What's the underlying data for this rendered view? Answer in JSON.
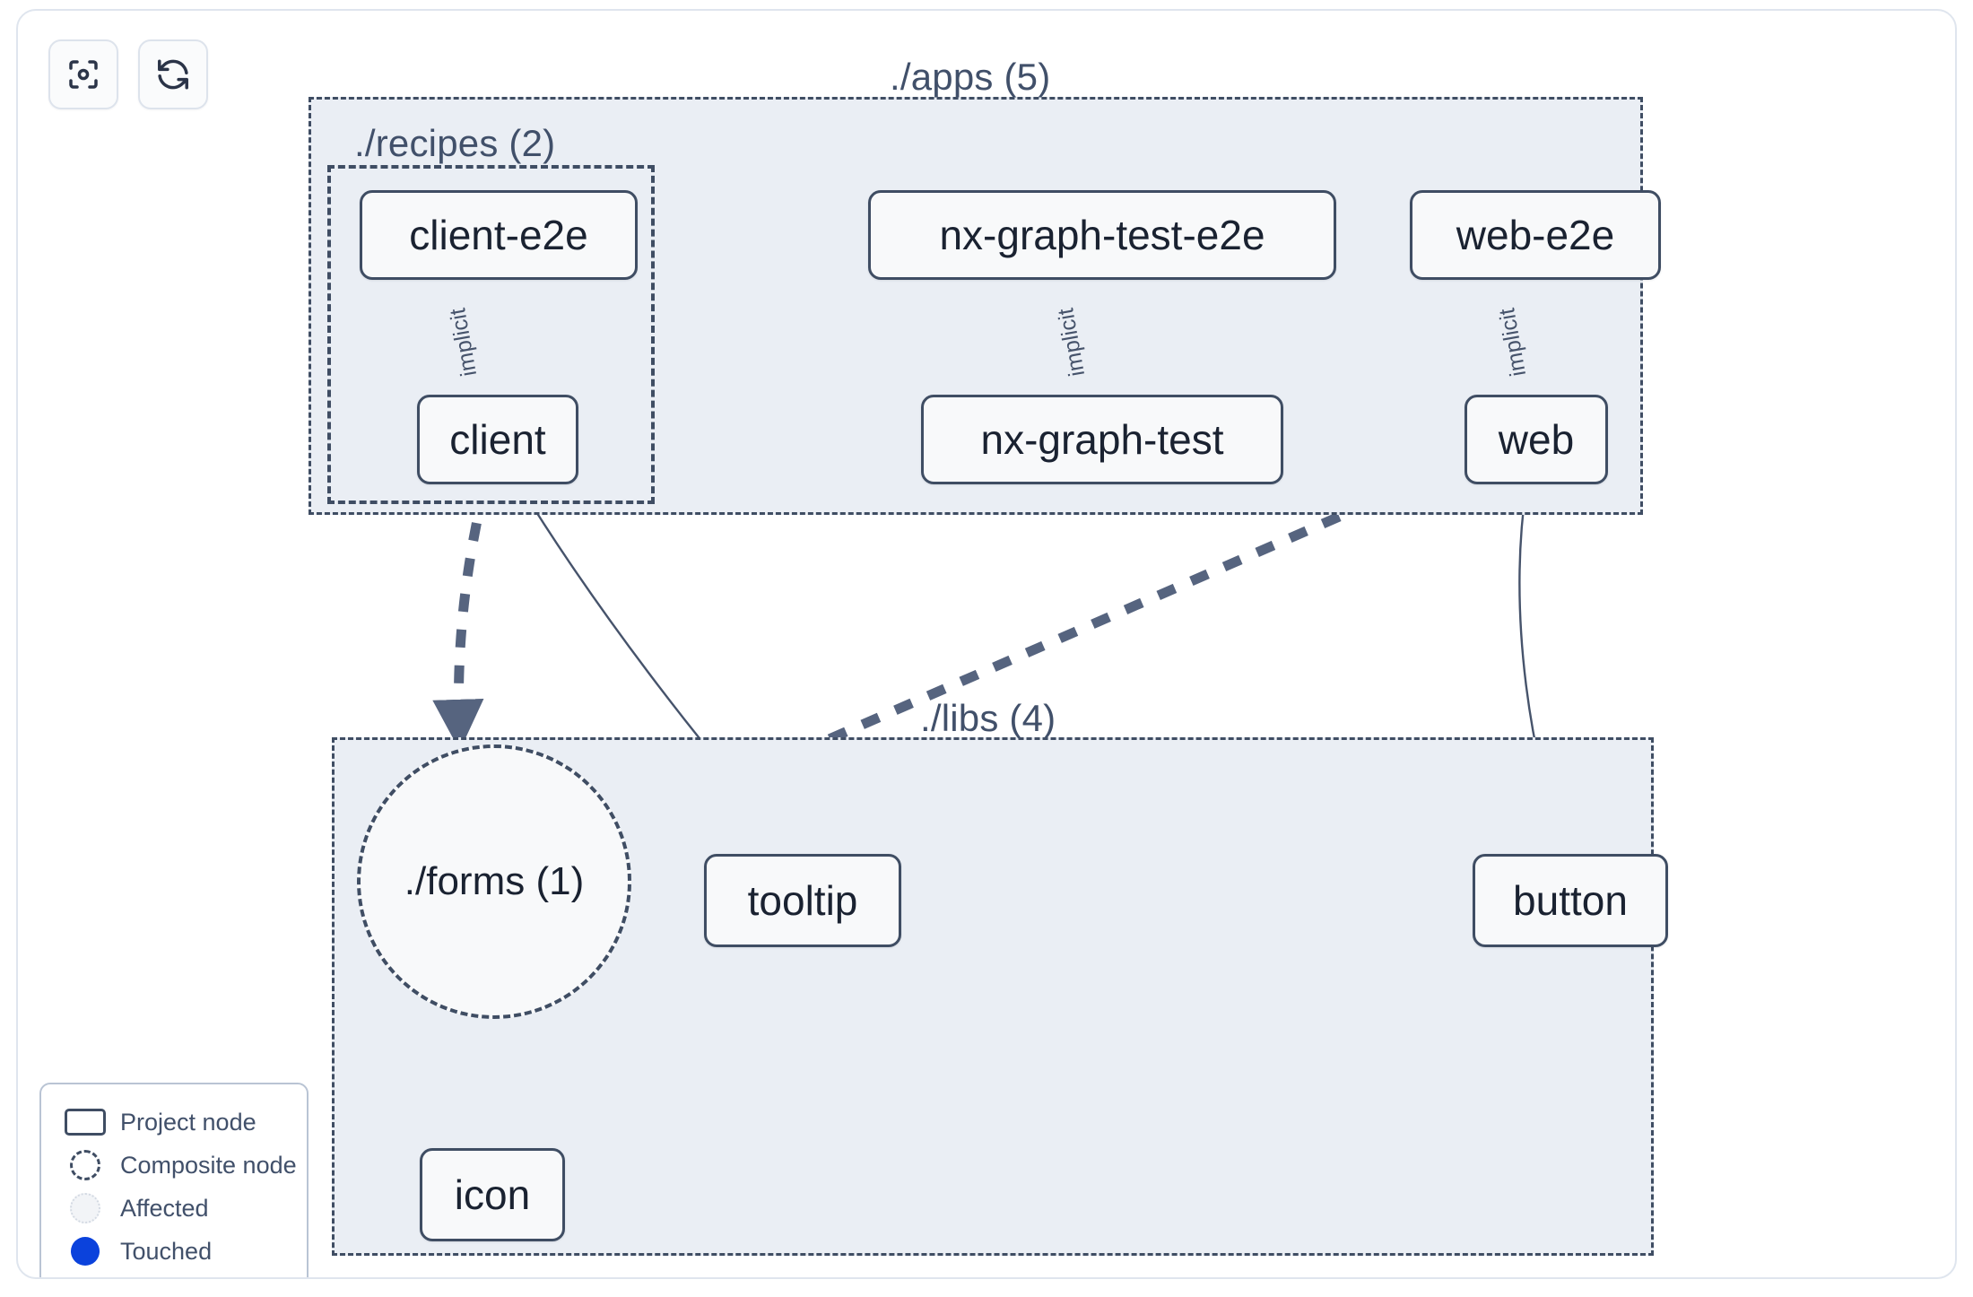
{
  "toolbar": {
    "buttons": [
      {
        "name": "focus-graph-button",
        "icon": "viewfinder-icon",
        "title": "Focus"
      },
      {
        "name": "refresh-graph-button",
        "icon": "refresh-icon",
        "title": "Refresh"
      }
    ]
  },
  "graph": {
    "groups": [
      {
        "id": "apps",
        "label": "./apps (5)",
        "count": 5
      },
      {
        "id": "recipes",
        "label": "./recipes (2)",
        "count": 2
      },
      {
        "id": "libs",
        "label": "./libs (4)",
        "count": 4
      }
    ],
    "nodes": [
      {
        "id": "client-e2e",
        "label": "client-e2e",
        "type": "project",
        "group": "recipes"
      },
      {
        "id": "client",
        "label": "client",
        "type": "project",
        "group": "recipes"
      },
      {
        "id": "nx-graph-test-e2e",
        "label": "nx-graph-test-e2e",
        "type": "project",
        "group": "apps"
      },
      {
        "id": "nx-graph-test",
        "label": "nx-graph-test",
        "type": "project",
        "group": "apps"
      },
      {
        "id": "web-e2e",
        "label": "web-e2e",
        "type": "project",
        "group": "apps"
      },
      {
        "id": "web",
        "label": "web",
        "type": "project",
        "group": "apps"
      },
      {
        "id": "forms",
        "label": "./forms (1)",
        "type": "composite",
        "group": "libs",
        "count": 1
      },
      {
        "id": "tooltip",
        "label": "tooltip",
        "type": "project",
        "group": "libs"
      },
      {
        "id": "button",
        "label": "button",
        "type": "project",
        "group": "libs"
      },
      {
        "id": "icon",
        "label": "icon",
        "type": "project",
        "group": "libs"
      }
    ],
    "edges": [
      {
        "from": "client-e2e",
        "to": "client",
        "label": "implicit",
        "style": "solid"
      },
      {
        "from": "nx-graph-test-e2e",
        "to": "nx-graph-test",
        "label": "implicit",
        "style": "solid"
      },
      {
        "from": "web-e2e",
        "to": "web",
        "label": "implicit",
        "style": "solid"
      },
      {
        "from": "client",
        "to": "forms",
        "label": "",
        "style": "dashed"
      },
      {
        "from": "client",
        "to": "tooltip",
        "label": "",
        "style": "solid"
      },
      {
        "from": "web",
        "to": "forms",
        "label": "",
        "style": "dashed"
      },
      {
        "from": "web",
        "to": "button",
        "label": "",
        "style": "solid"
      },
      {
        "from": "forms",
        "to": "icon",
        "label": "",
        "style": "dashed"
      }
    ]
  },
  "legend": {
    "items": [
      {
        "swatch": "project-node-swatch",
        "label": "Project node"
      },
      {
        "swatch": "composite-node-swatch",
        "label": "Composite node"
      },
      {
        "swatch": "affected-swatch",
        "label": "Affected"
      },
      {
        "swatch": "touched-swatch",
        "label": "Touched"
      }
    ]
  },
  "colors": {
    "edge": "#46536b",
    "dashed_edge": "#56647f",
    "node_border": "#3f4d63",
    "node_fill": "#f8f9fa",
    "group_fill": "#eaeef4",
    "group_border": "#3f4d63",
    "touched": "#0b42dc",
    "text": "#1a2231",
    "label_text": "#41506a",
    "card_border": "#dfe5ee"
  }
}
